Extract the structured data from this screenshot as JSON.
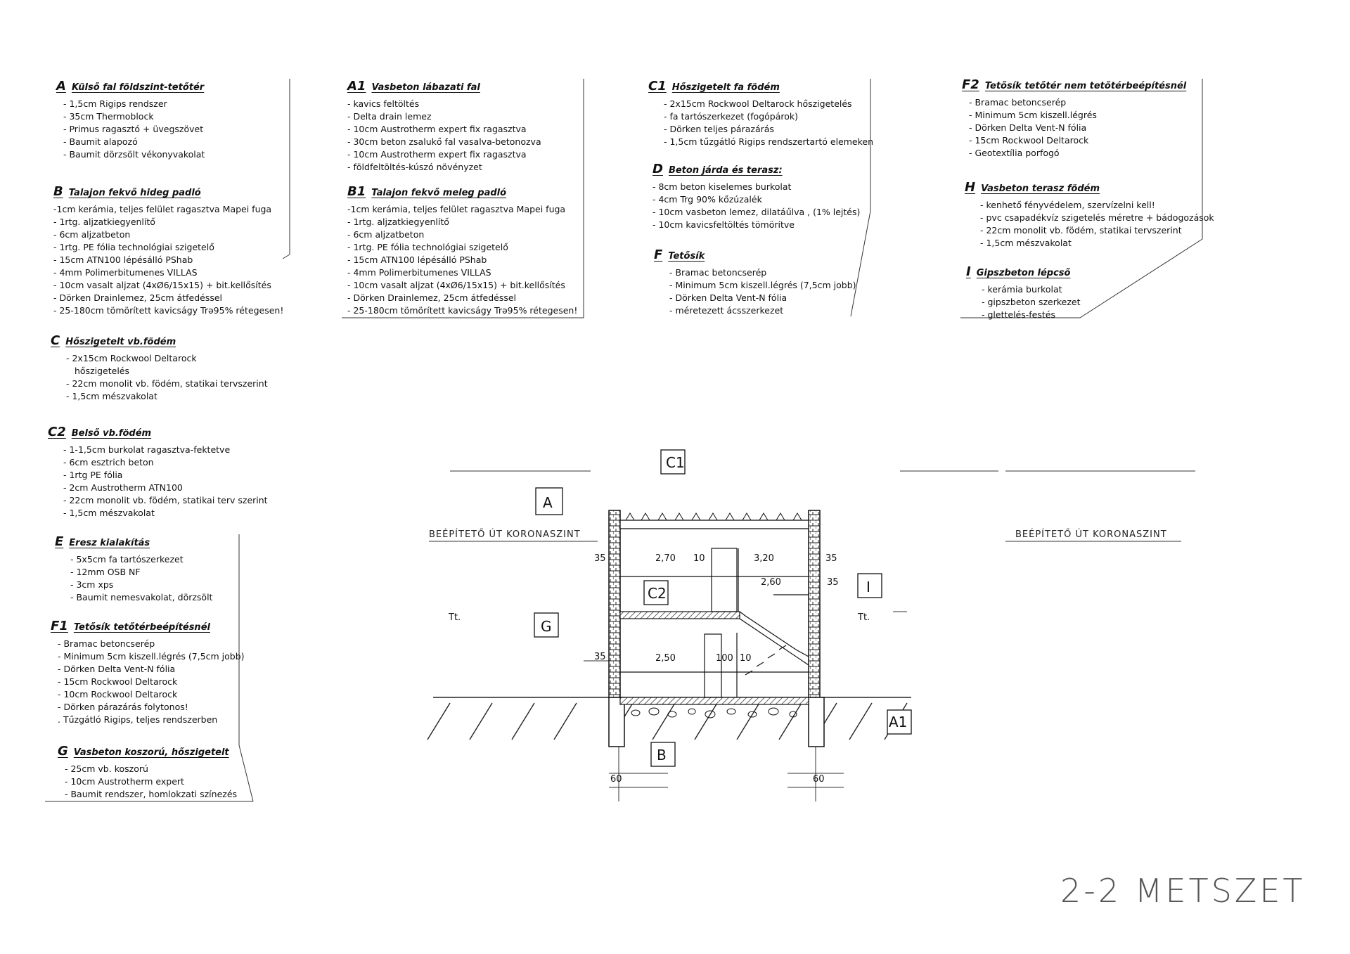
{
  "blocks": {
    "A": {
      "code": "A",
      "title": "Külső fal földszint-tetőtér",
      "items": [
        "- 1,5cm Rigips rendszer",
        "- 35cm Thermoblock",
        "- Primus ragasztó + üvegszövet",
        "- Baumit alapozó",
        "- Baumit dörzsölt vékonyvakolat"
      ]
    },
    "B": {
      "code": "B",
      "title": "Talajon fekvő hideg padló",
      "items": [
        "-1cm kerámia, teljes felület ragasztva Mapei fuga",
        "- 1rtg. aljzatkiegyenlítő",
        "- 6cm aljzatbeton",
        "- 1rtg. PE fólia technológiai szigetelő",
        "- 15cm ATN100 lépésálló PShab",
        "- 4mm Polimerbitumenes VILLAS",
        "- 10cm vasalt aljzat (4xØ6/15x15) + bit.kellősítés",
        "- Dörken Drainlemez, 25cm átfedéssel",
        "- 25-180cm tömörített kavicságy Trə95% rétegesen!"
      ]
    },
    "C": {
      "code": "C",
      "title": "Hőszigetelt vb.födém",
      "items": [
        "- 2x15cm Rockwool Deltarock",
        "  hőszigetelés",
        "- 22cm monolit vb. födém, statikai tervszerint",
        "- 1,5cm mészvakolat"
      ]
    },
    "C2": {
      "code": "C2",
      "title": "Belső vb.födém",
      "items": [
        "- 1-1,5cm burkolat ragasztva-fektetve",
        "- 6cm esztrich beton",
        "- 1rtg PE fólia",
        "- 2cm Austrotherm ATN100",
        "- 22cm monolit vb. födém, statikai terv szerint",
        "- 1,5cm mészvakolat"
      ]
    },
    "E": {
      "code": "E",
      "title": "Eresz kialakítás",
      "items": [
        "- 5x5cm fa tartószerkezet",
        "- 12mm OSB NF",
        "- 3cm xps",
        "- Baumit nemesvakolat, dörzsölt"
      ]
    },
    "F1": {
      "code": "F1",
      "title": "Tetősík tetőtérbeépítésnél",
      "items": [
        "- Bramac betoncserép",
        "- Minimum 5cm kiszell.légrés (7,5cm jobb)",
        "- Dörken Delta Vent-N fólia",
        "- 15cm Rockwool Deltarock",
        "- 10cm Rockwool Deltarock",
        "- Dörken párazárás folytonos!",
        ". Tűzgátló Rigips, teljes rendszerben"
      ]
    },
    "G": {
      "code": "G",
      "title": "Vasbeton koszorú, hőszigetelt",
      "items": [
        "- 25cm vb. koszorú",
        "- 10cm Austrotherm expert",
        "- Baumit rendszer, homlokzati színezés"
      ]
    },
    "A1": {
      "code": "A1",
      "title": "Vasbeton lábazati fal",
      "items": [
        "- kavics feltöltés",
        "- Delta drain lemez",
        "- 10cm Austrotherm expert fix ragasztva",
        "- 30cm beton zsalukő fal vasalva-betonozva",
        "- 10cm Austrotherm expert fix ragasztva",
        "- földfeltöltés-kúszó növényzet"
      ]
    },
    "B1": {
      "code": "B1",
      "title": "Talajon fekvő meleg padló",
      "items": [
        "-1cm kerámia, teljes felület ragasztva Mapei fuga",
        "- 1rtg. aljzatkiegyenlítő",
        "- 6cm aljzatbeton",
        "- 1rtg. PE fólia technológiai szigetelő",
        "- 15cm ATN100 lépésálló PShab",
        "- 4mm Polimerbitumenes VILLAS",
        "- 10cm vasalt aljzat (4xØ6/15x15) + bit.kellősítés",
        "- Dörken Drainlemez, 25cm átfedéssel",
        "- 25-180cm tömörített kavicságy Trə95% rétegesen!"
      ]
    },
    "C1": {
      "code": "C1",
      "title": "Hőszigetelt fa födém",
      "items": [
        "- 2x15cm Rockwool Deltarock hőszigetelés",
        "- fa tartószerkezet (fogópárok)",
        "- Dörken teljes párazárás",
        "- 1,5cm tűzgátló Rigips rendszertartó elemeken"
      ]
    },
    "D": {
      "code": "D",
      "title": "Beton járda és terasz:",
      "items": [
        "- 8cm beton kiselemes burkolat",
        "- 4cm Trg 90% kőzúzalék",
        "- 10cm vasbeton lemez, dilatáűlva , (1% lejtés)",
        "- 10cm kavicsfeltöltés tömörítve"
      ]
    },
    "F": {
      "code": "F",
      "title": "Tetősík",
      "items": [
        "- Bramac betoncserép",
        "- Minimum 5cm kiszell.légrés (7,5cm jobb)",
        "- Dörken Delta Vent-N fólia",
        "- méretezett ácsszerkezet"
      ]
    },
    "F2": {
      "code": "F2",
      "title": "Tetősík tetőtér nem tetőtérbeépítésnél",
      "items": [
        "- Bramac betoncserép",
        "- Minimum 5cm kiszell.légrés",
        "- Dörken Delta Vent-N fólia",
        "- 15cm Rockwool Deltarock",
        "- Geotextília porfogó"
      ]
    },
    "H": {
      "code": "H",
      "title": "Vasbeton terasz födém",
      "items": [
        "- kenhető fényvédelem, szervízelni kell!",
        "- pvc csapadékvíz szigetelés méretre + bádogozások",
        "- 22cm monolit vb. födém, statikai tervszerint",
        "- 1,5cm mészvakolat"
      ]
    },
    "I": {
      "code": "I",
      "title": "Gipszbeton lépcső",
      "items": [
        "- kerámia burkolat",
        "- gipszbeton szerkezet",
        "- glettelés-festés"
      ]
    }
  },
  "drawing": {
    "tags": {
      "C1": "C1",
      "A": "A",
      "C2": "C2",
      "G": "G",
      "I": "I",
      "A1": "A1",
      "B": "B"
    },
    "dims": {
      "d35a": "35",
      "d270": "2,70",
      "d10a": "10",
      "d320": "3,20",
      "d35b": "35",
      "d260": "2,60",
      "d35c": "35",
      "d35d": "35",
      "d250": "2,50",
      "d100": "100",
      "d10b": "10",
      "d60a": "60",
      "d60b": "60",
      "tt1": "Tt.",
      "tt2": "Tt."
    },
    "hand_left": "BEÉPÍTETŐ ÚT KORONASZINT",
    "hand_right": "BEÉPÍTETŐ ÚT KORONASZINT"
  },
  "footer": {
    "section_title": "2-2 METSZET"
  }
}
